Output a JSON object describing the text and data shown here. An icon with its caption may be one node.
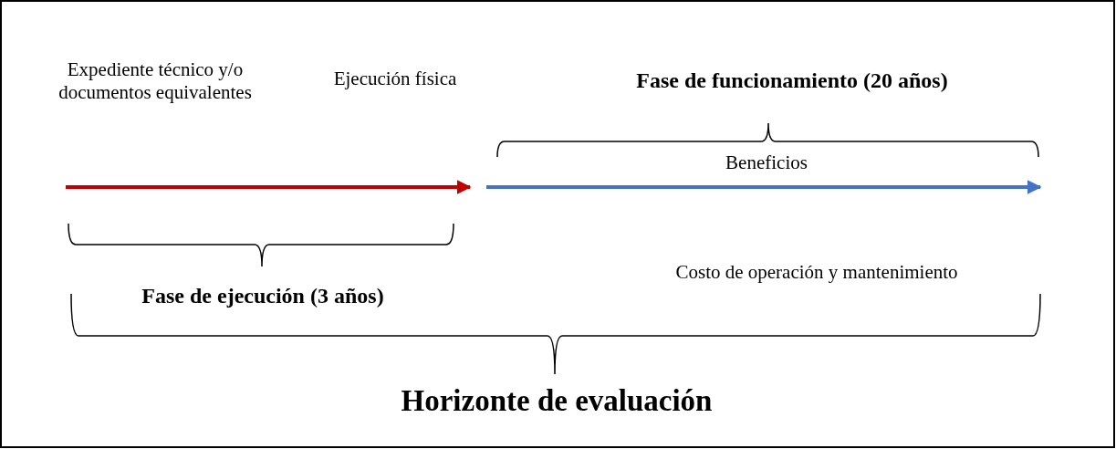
{
  "diagram": {
    "labels": [
      "Expediente técnico y/o documentos equivalentes",
      "Ejecución física",
      "Fase de funcionamiento (20 años)",
      "Beneficios",
      "Fase de ejecución (3 años)",
      "Costo de operación y mantenimiento",
      "Horizonte de evaluación"
    ]
  }
}
